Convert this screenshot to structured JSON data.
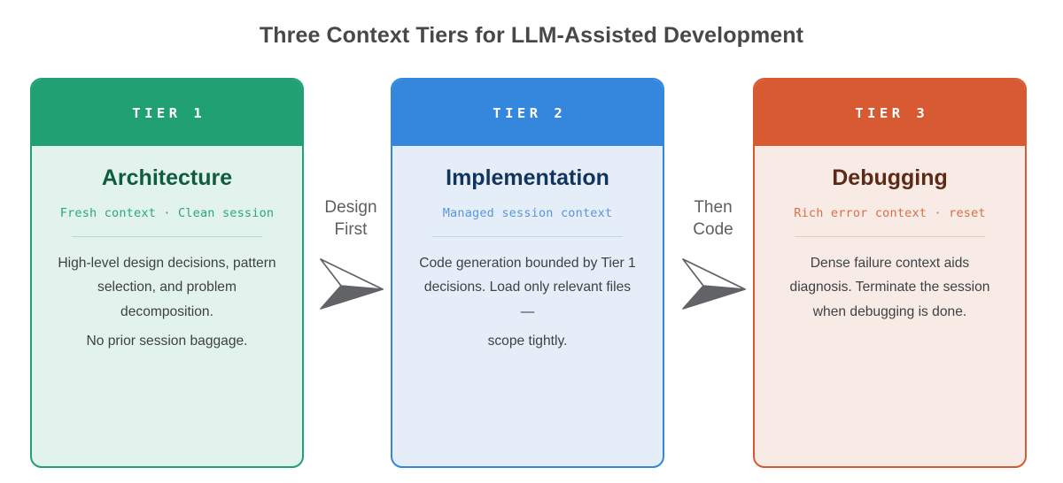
{
  "header": {
    "title": "Three Context Tiers for LLM-Assisted Development"
  },
  "colors": {
    "tier1_accent": "#21a173",
    "tier1_body_bg": "#e2f2ec",
    "tier1_title": "#0f5c3f",
    "tier2_accent": "#3586dd",
    "tier2_body_bg": "#e5eef8",
    "tier2_title": "#12355e",
    "tier3_accent": "#d85a32",
    "tier3_body_bg": "#f8ebe5",
    "tier3_title": "#5d2b15",
    "page_title": "#46484a",
    "body_text": "#3e4144",
    "arrow_fill": "#616366"
  },
  "cards": [
    {
      "tier_label": "TIER 1",
      "title": "Architecture",
      "subtitle": "Fresh context · Clean session",
      "paragraph_1": "High-level design decisions, pattern selection, and problem decomposition.",
      "paragraph_2": "No prior session baggage."
    },
    {
      "tier_label": "TIER 2",
      "title": "Implementation",
      "subtitle": "Managed session context",
      "paragraph_1": "Code generation bounded by Tier 1 decisions. Load only relevant files —",
      "paragraph_2": "scope tightly."
    },
    {
      "tier_label": "TIER 3",
      "title": "Debugging",
      "subtitle": "Rich error context · reset",
      "paragraph_1": "Dense failure context aids diagnosis. Terminate the session when debugging is done.",
      "paragraph_2": ""
    }
  ],
  "connectors": [
    {
      "label": "Design\nFirst",
      "icon": "arrow-right-dart-icon"
    },
    {
      "label": "Then\nCode",
      "icon": "arrow-right-dart-icon"
    }
  ]
}
